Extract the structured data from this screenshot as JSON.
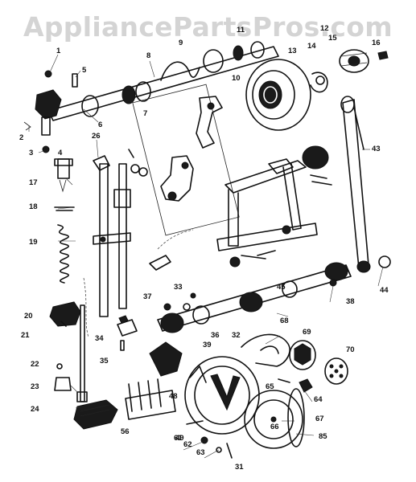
{
  "watermark": "AppliancePartsPros.com",
  "callouts": [
    "1",
    "2",
    "3",
    "4",
    "5",
    "6",
    "7",
    "8",
    "9",
    "10",
    "11",
    "12",
    "13",
    "14",
    "15",
    "16",
    "17",
    "18",
    "19",
    "20",
    "21",
    "22",
    "23",
    "24",
    "26",
    "31",
    "32",
    "33",
    "34",
    "35",
    "36",
    "37",
    "38",
    "39",
    "43",
    "44",
    "45",
    "48",
    "49",
    "56",
    "61",
    "62",
    "63",
    "64",
    "65",
    "66",
    "67",
    "68",
    "69",
    "70",
    "85"
  ]
}
